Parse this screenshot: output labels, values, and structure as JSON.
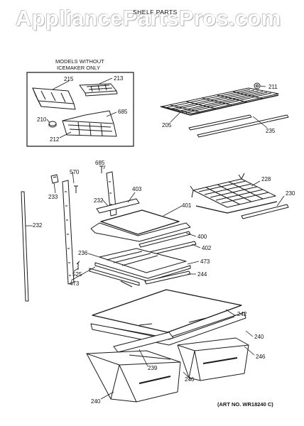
{
  "watermark": "AppliancePartsPros.com",
  "title": "SHELF PARTS",
  "inset_note": [
    "MODELS WITHOUT",
    "ICEMAKER ONLY"
  ],
  "art_number": "(ART NO. WR18240 C)",
  "part_labels": [
    "215",
    "213",
    "210",
    "685",
    "212",
    "211",
    "205",
    "235",
    "685",
    "570",
    "228",
    "233",
    "403",
    "230",
    "232",
    "401",
    "232",
    "400",
    "402",
    "236",
    "473",
    "525",
    "244",
    "473",
    "242",
    "240",
    "246",
    "239",
    "246",
    "240"
  ]
}
